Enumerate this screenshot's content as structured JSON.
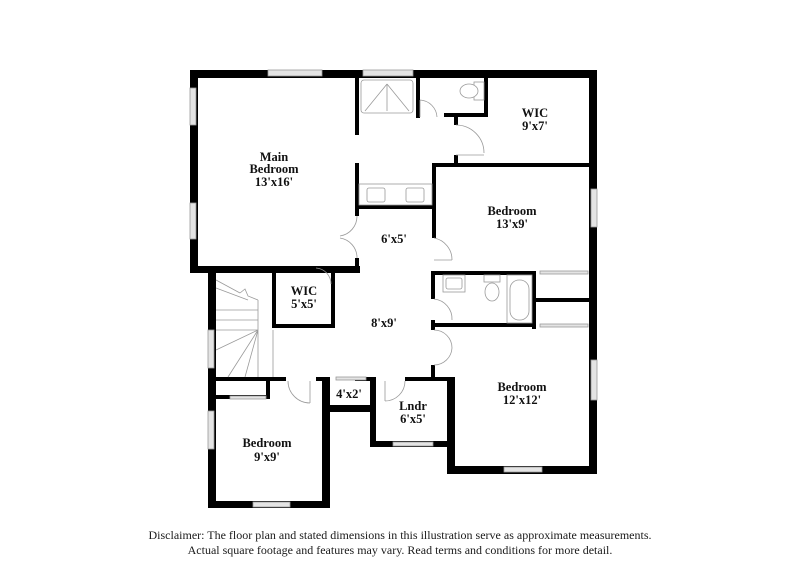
{
  "plan": {
    "rooms": [
      {
        "id": "main-bedroom",
        "name": "Main",
        "name2": "Bedroom",
        "dims": "13'x16'"
      },
      {
        "id": "wic-main",
        "name": "WIC",
        "dims": "9'x7'"
      },
      {
        "id": "bedroom-2",
        "name": "Bedroom",
        "dims": "13'x9'"
      },
      {
        "id": "hall-upper",
        "dims": "6'x5'"
      },
      {
        "id": "wic-small",
        "name": "WIC",
        "dims": "5'x5'"
      },
      {
        "id": "hall-lower",
        "dims": "8'x9'"
      },
      {
        "id": "bedroom-3",
        "name": "Bedroom",
        "dims": "12'x12'"
      },
      {
        "id": "closet",
        "dims": "4'x2'"
      },
      {
        "id": "laundry",
        "name": "Lndr",
        "dims": "6'x5'"
      },
      {
        "id": "bedroom-4",
        "name": "Bedroom",
        "dims": "9'x9'"
      }
    ],
    "colors": {
      "wall": "#000000",
      "window": "#e4e4e4",
      "fixture_line": "#9a9a9a"
    }
  },
  "disclaimer": {
    "line1": "Disclaimer: The floor plan and stated dimensions in this illustration serve as approximate measurements.",
    "line2": "Actual square footage and features may vary. Read terms and conditions for more detail."
  }
}
